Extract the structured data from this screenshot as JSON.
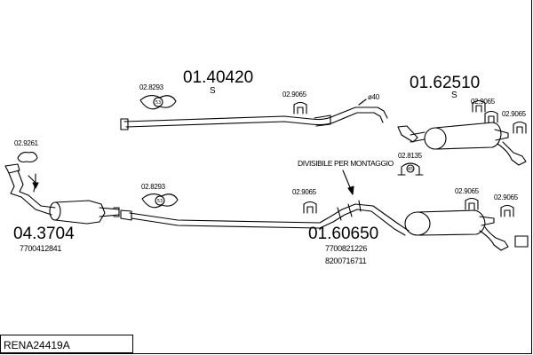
{
  "reference": "RENA24419A",
  "parts": {
    "upper_pipe": {
      "number": "01.40420",
      "suffix": "S"
    },
    "rear_silencer": {
      "number": "01.62510",
      "suffix": "S"
    },
    "catalyst": {
      "number": "04.3704",
      "oem": "7700412841"
    },
    "lower_pipe": {
      "number": "01.60650",
      "oem_1": "7700821226",
      "oem_2": "8200716711"
    }
  },
  "accessories": {
    "clamp_upper": "02.8293",
    "clamp_lower": "02.8293",
    "hanger_a": "02.9065",
    "hanger_b": "02.9065",
    "hanger_c": "02.9065",
    "hanger_d": "02.9065",
    "hanger_e": "02.9065",
    "hanger_f": "02.9065",
    "hanger_8135": "02.8135",
    "clamp_9261": "02.9261"
  },
  "notes": {
    "divisibile": "DIVISIBILE PER MONTAGGIO",
    "diameter": "ø40"
  }
}
